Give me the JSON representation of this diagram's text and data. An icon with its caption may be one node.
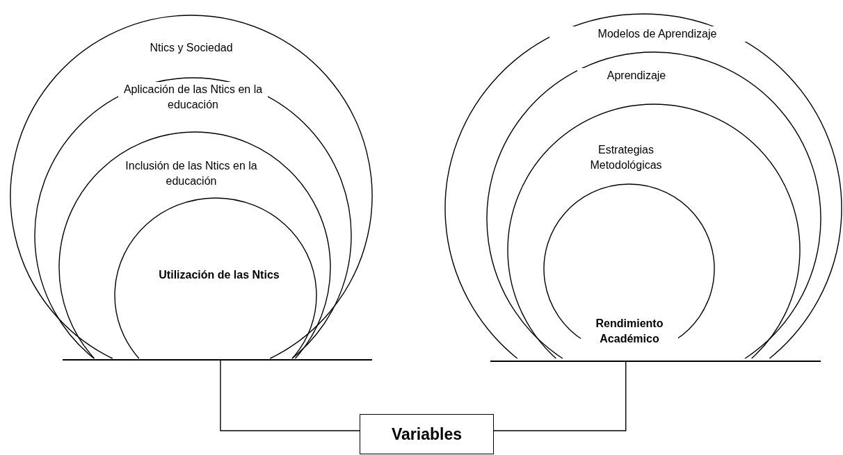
{
  "diagram": {
    "nodes": [
      {
        "text": [
          "Ntics y Sociedad"
        ]
      },
      {
        "text": [
          "Aplicación de las Ntics en la educación"
        ],
        "in": 0
      },
      {
        "text": [
          "Inclusión de las Ntics en la educación"
        ],
        "in": 1
      },
      {
        "text": [
          "Utilización de las Ntics"
        ],
        "in": 2
      },
      {
        "text": [
          "Modelos de Aprendizaje"
        ]
      },
      {
        "text": [
          "Aprendizaje"
        ],
        "in": 4
      },
      {
        "text": [
          "Estrategias Metodológicas"
        ],
        "in": 5
      },
      {
        "text": [
          "Rendimiento Académico"
        ],
        "in": 6
      },
      {
        "text": [
          "Variables"
        ]
      },
      {
        "text": [],
        "shape": "bar"
      },
      {
        "text": [],
        "shape": "bar"
      }
    ],
    "edges": [
      {
        "from": 9,
        "to": 8,
        "arrow": "none"
      },
      {
        "from": 10,
        "to": 8,
        "arrow": "none"
      }
    ]
  }
}
